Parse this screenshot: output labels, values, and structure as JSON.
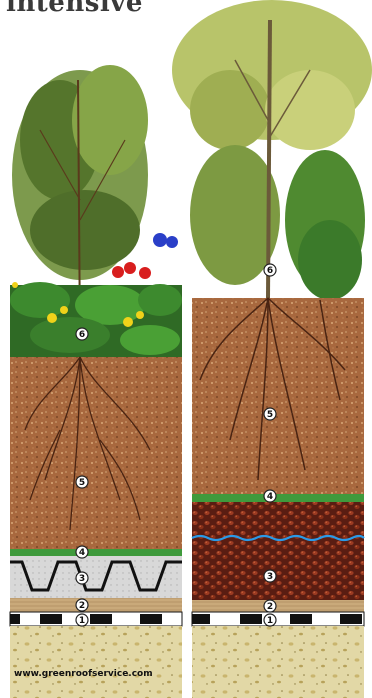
{
  "title": "intensive",
  "watermark": "www.greenroofservice.com",
  "colors": {
    "soil": "#a8683e",
    "soil_dark": "#7a4526",
    "substrate_base": "#e2d8a6",
    "pebble": "#c9b56e",
    "membrane": "#1a1a1a",
    "protection": "#c9a97a",
    "filter": "#3f9a3c",
    "drainage_gravel": "#5a1d12",
    "drainage_ball": "#9c3b22",
    "water": "#2a9ae8",
    "egg_crate": "#d4d4d4",
    "leaf_dark": "#2f6a25",
    "leaf_light": "#b8c46a",
    "shrub": "#6f8f3a",
    "flower_red": "#d81e1e",
    "flower_blue": "#2a3fc8",
    "flower_yellow": "#f0d21a",
    "root": "#4a2412"
  },
  "left_column": {
    "markers": [
      {
        "label": "6",
        "layer": "vegetation"
      },
      {
        "label": "5",
        "layer": "substrate"
      },
      {
        "label": "4",
        "layer": "filter"
      },
      {
        "label": "3",
        "layer": "drainage"
      },
      {
        "label": "2",
        "layer": "protection"
      },
      {
        "label": "1",
        "layer": "membrane"
      }
    ]
  },
  "right_column": {
    "markers": [
      {
        "label": "6",
        "layer": "vegetation"
      },
      {
        "label": "5",
        "layer": "substrate"
      },
      {
        "label": "4",
        "layer": "filter"
      },
      {
        "label": "3",
        "layer": "drainage"
      },
      {
        "label": "2",
        "layer": "protection"
      },
      {
        "label": "1",
        "layer": "membrane"
      }
    ]
  }
}
